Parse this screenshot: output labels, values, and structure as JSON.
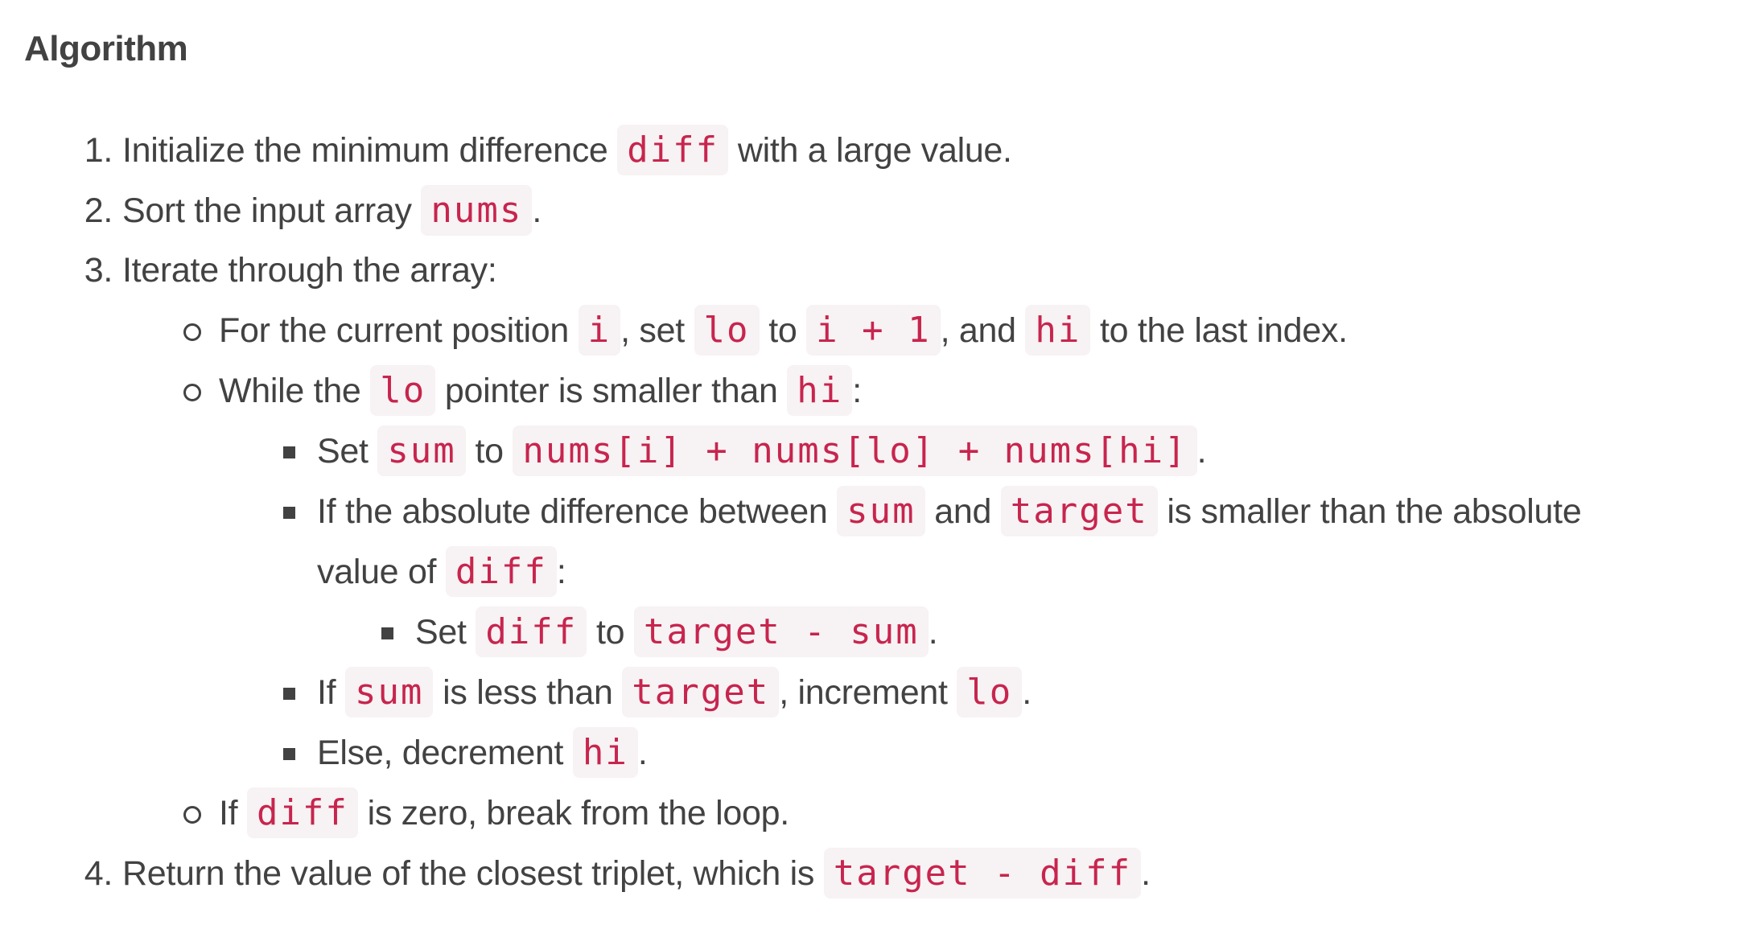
{
  "heading": "Algorithm",
  "steps": {
    "n1": "1.",
    "s1_a": "Initialize the minimum difference",
    "s1_c1": "diff",
    "s1_b": "with a large value.",
    "n2": "2.",
    "s2_a": "Sort the input array",
    "s2_c1": "nums",
    "s2_b": ".",
    "n3": "3.",
    "s3_a": "Iterate through the array:",
    "b1_a": "For the current position",
    "b1_c1": "i",
    "b1_b": ", set",
    "b1_c2": "lo",
    "b1_c": "to",
    "b1_c3": "i + 1",
    "b1_d": ", and",
    "b1_c4": "hi",
    "b1_e": "to the last index.",
    "b2_a": "While the",
    "b2_c1": "lo",
    "b2_b": "pointer is smaller than",
    "b2_c2": "hi",
    "b2_c": ":",
    "q1_a": "Set",
    "q1_c1": "sum",
    "q1_b": "to",
    "q1_c2": "nums[i] + nums[lo] + nums[hi]",
    "q1_c": ".",
    "q2_a": "If the absolute difference between",
    "q2_c1": "sum",
    "q2_b": "and",
    "q2_c2": "target",
    "q2_c": "is smaller than the absolute",
    "q2_d": "value of",
    "q2_c3": "diff",
    "q2_e": ":",
    "r1_a": "Set",
    "r1_c1": "diff",
    "r1_b": "to",
    "r1_c2": "target - sum",
    "r1_c": ".",
    "q3_a": "If",
    "q3_c1": "sum",
    "q3_b": "is less than",
    "q3_c2": "target",
    "q3_c": ", increment",
    "q3_c3": "lo",
    "q3_d": ".",
    "q4_a": "Else, decrement",
    "q4_c1": "hi",
    "q4_b": ".",
    "b3_a": "If",
    "b3_c1": "diff",
    "b3_b": "is zero, break from the loop.",
    "n4": "4.",
    "s4_a": "Return the value of the closest triplet, which is",
    "s4_c1": "target - diff",
    "s4_b": "."
  }
}
